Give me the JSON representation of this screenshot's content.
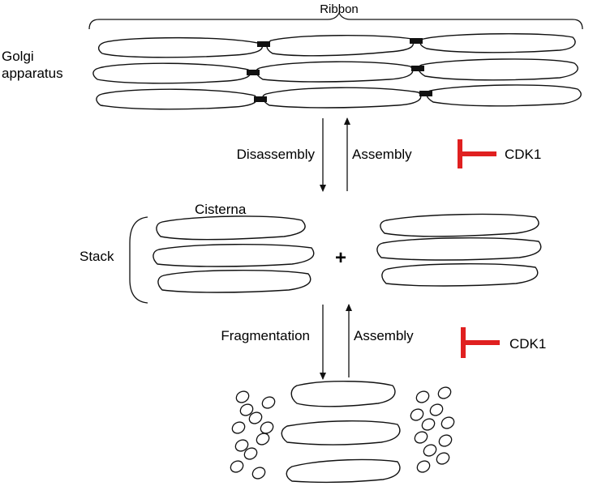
{
  "labels": {
    "ribbon": "Ribbon",
    "golgi_line1": "Golgi",
    "golgi_line2": "apparatus",
    "disassembly": "Disassembly",
    "assembly_top": "Assembly",
    "cdk1_top": "CDK1",
    "cisterna": "Cisterna",
    "stack": "Stack",
    "plus": "+",
    "fragmentation": "Fragmentation",
    "assembly_bottom": "Assembly",
    "cdk1_bottom": "CDK1"
  },
  "colors": {
    "inhibitor": "#e02020",
    "outline": "#111111",
    "background": "#ffffff"
  }
}
